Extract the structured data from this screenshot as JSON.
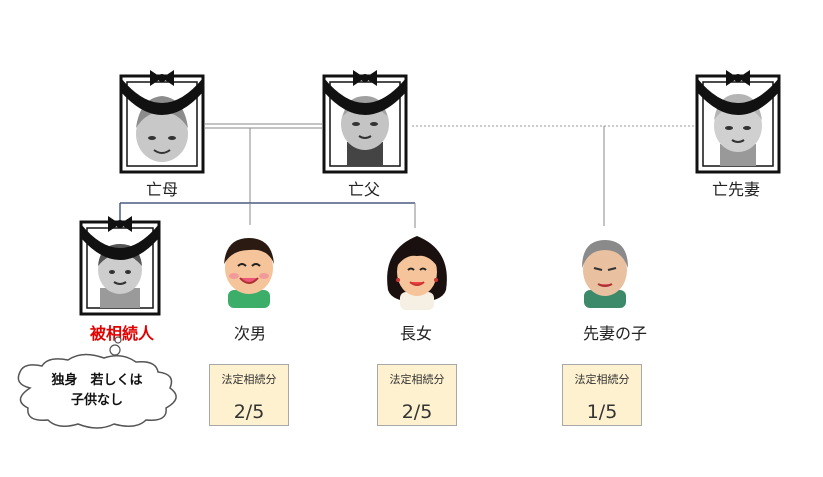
{
  "persons": {
    "mother": {
      "label": "亡母"
    },
    "father": {
      "label": "亡父"
    },
    "former_wife": {
      "label": "亡先妻"
    },
    "decedent": {
      "label": "被相続人"
    },
    "second_son": {
      "label": "次男"
    },
    "eldest_daughter": {
      "label": "長女"
    },
    "former_wife_child": {
      "label": "先妻の子"
    }
  },
  "shares": {
    "second_son": {
      "title": "法定相続分",
      "value": "2/5"
    },
    "eldest_daughter": {
      "title": "法定相続分",
      "value": "2/5"
    },
    "former_wife_child": {
      "title": "法定相続分",
      "value": "1/5"
    }
  },
  "bubble": {
    "line1": "独身　若しくは",
    "line2": "子供なし"
  },
  "colors": {
    "decedent_label": "#e00000",
    "share_box_fill": "#fdf1cf"
  }
}
